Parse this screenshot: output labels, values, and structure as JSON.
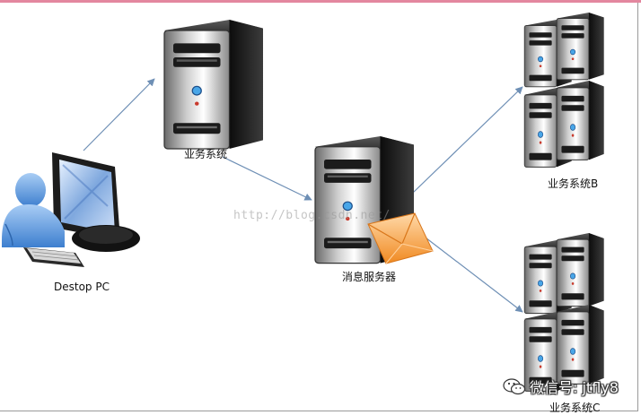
{
  "nodes": {
    "desktop_pc": {
      "label": "Destop PC"
    },
    "business_system": {
      "label": "业务系统"
    },
    "message_server": {
      "label": "消息服务器"
    },
    "business_system_b": {
      "label": "业务系统B"
    },
    "business_system_c": {
      "label": "业务系统C"
    }
  },
  "edges": [
    {
      "from": "desktop_pc",
      "to": "business_system"
    },
    {
      "from": "business_system",
      "to": "message_server"
    },
    {
      "from": "message_server",
      "to": "business_system_b"
    },
    {
      "from": "message_server",
      "to": "business_system_c"
    }
  ],
  "watermark": {
    "text": "http://blog.csdn.net/"
  },
  "wechat_badge": {
    "text": "微信号: jtfly8",
    "icon": "wechat-icon"
  },
  "colors": {
    "arrow": "#6e8fb5",
    "envelope": "#f29b3a",
    "person": "#5b9be0",
    "server_dark": "#1e1e1e",
    "top_border": "#e3879f"
  }
}
